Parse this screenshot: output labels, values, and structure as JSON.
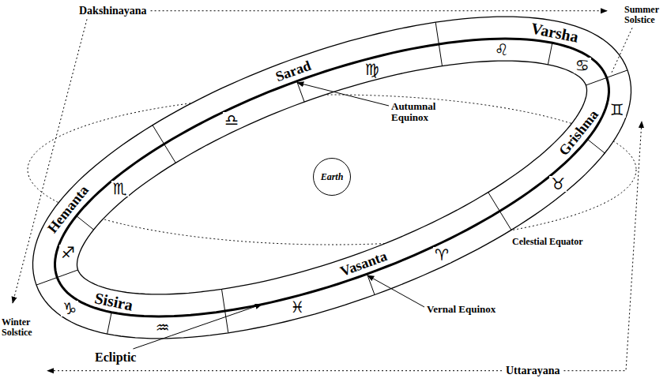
{
  "diagram": {
    "nodes": [
      {
        "text": [
          "Earth"
        ]
      }
    ],
    "labels": [
      "Dakshinayana",
      "Varsha",
      "Summer Solstice",
      "Sarad",
      "Autumnal Equinox",
      "Grishma",
      "Hemanta",
      "Celestial Equator",
      "Vasanta",
      "Vernal Equinox",
      "Sisira",
      "Winter Solstice",
      "Ecliptic",
      "Uttarayana",
      "♋",
      "♌",
      "♍",
      "♎",
      "♏",
      "♐",
      "♑",
      "♒",
      "♓",
      "♈",
      "♉",
      "♊"
    ]
  }
}
